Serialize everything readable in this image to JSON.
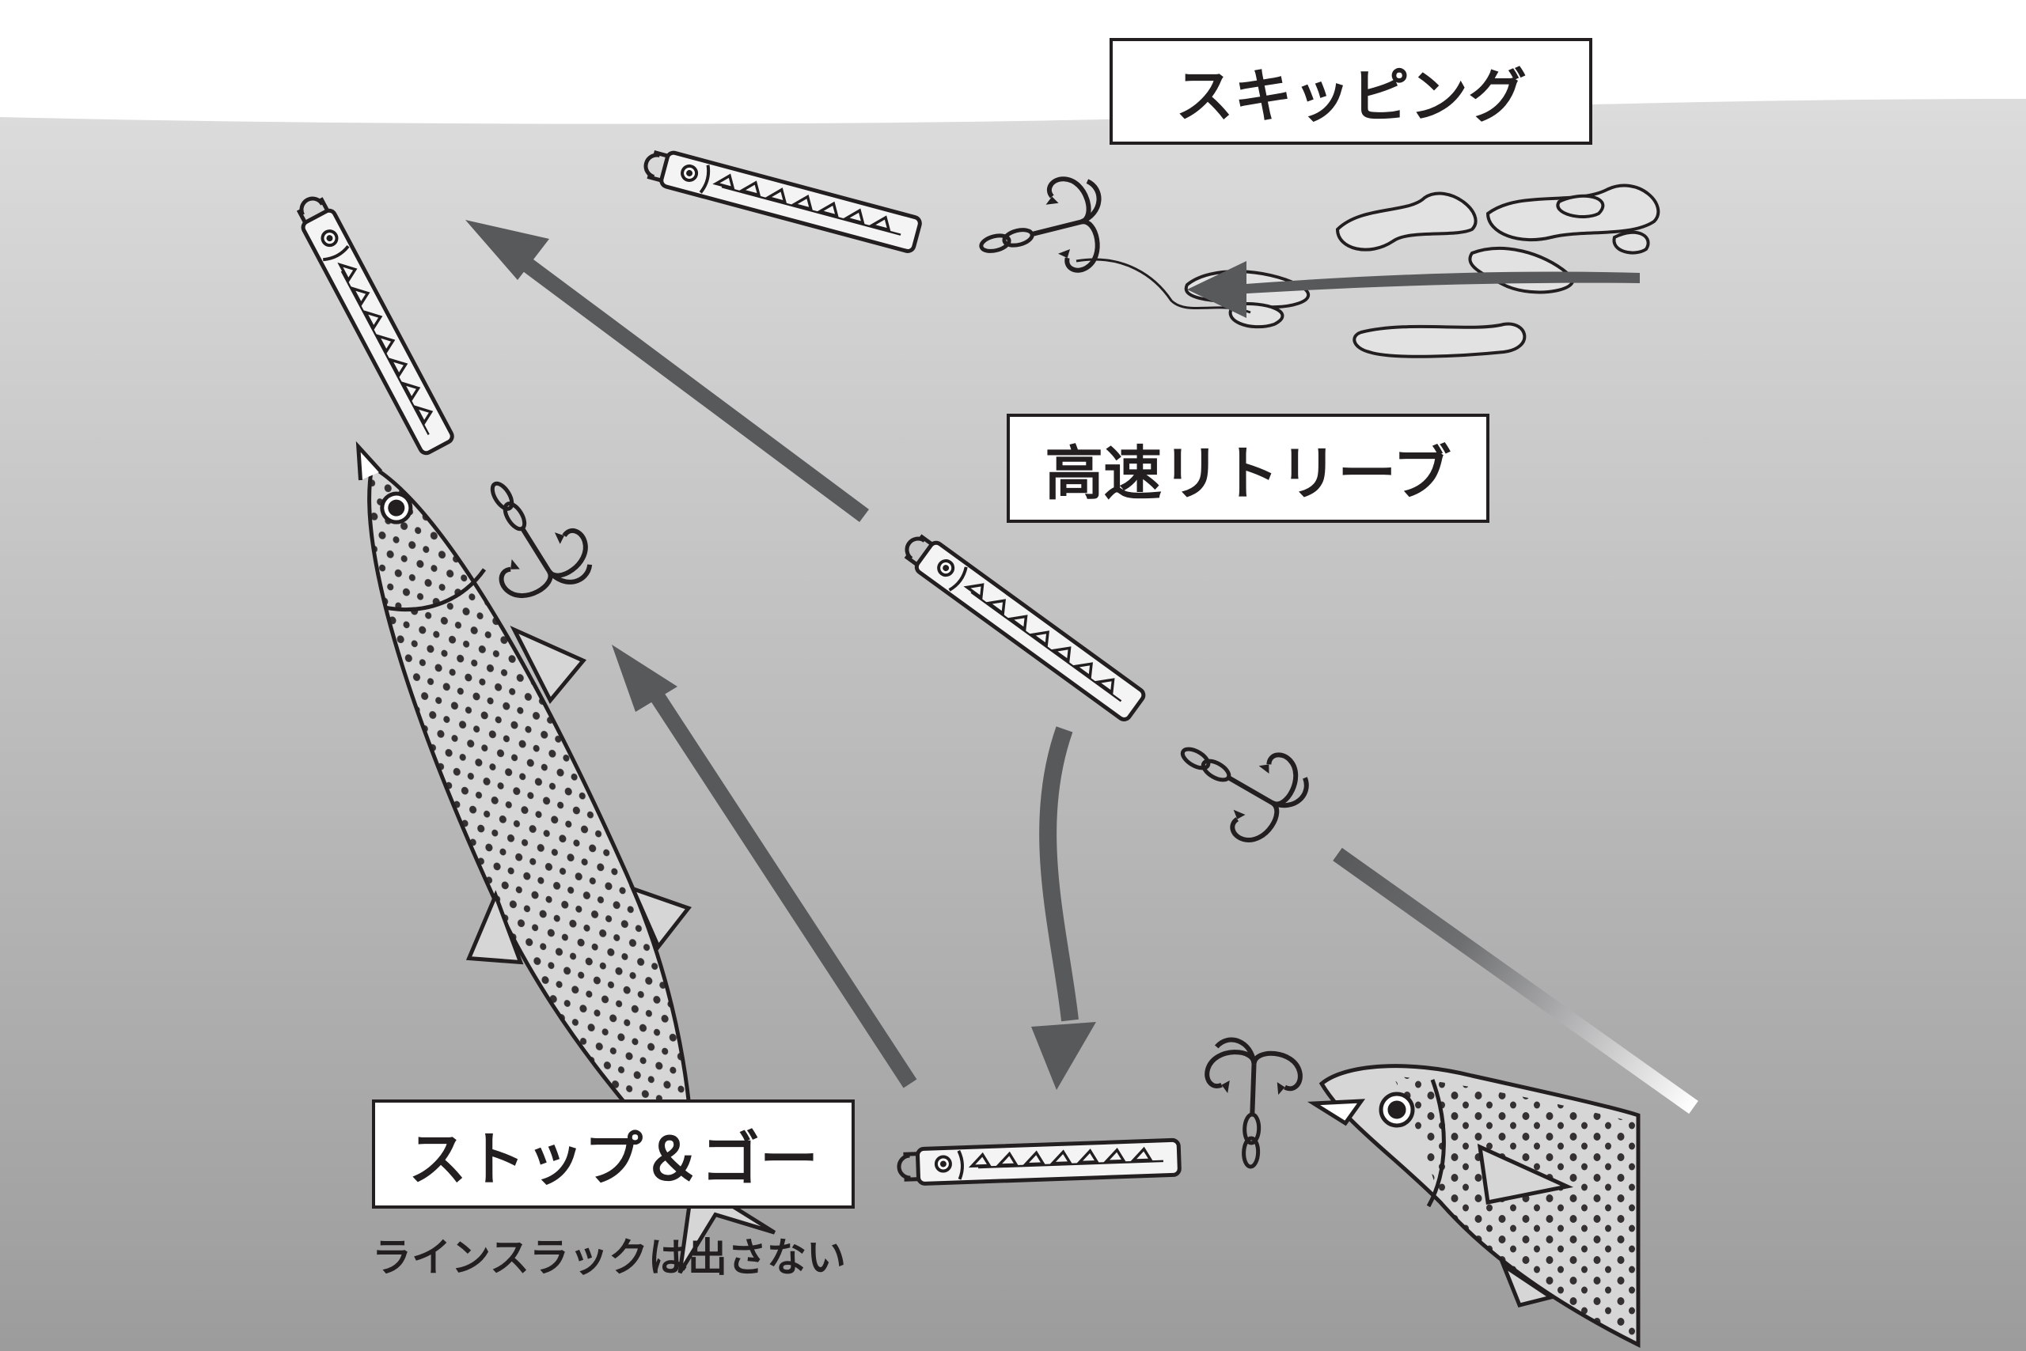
{
  "labels": {
    "skipping": "スキッピング",
    "high_speed_retrieve": "高速リトリーブ",
    "stop_and_go": "ストップ＆ゴー",
    "stop_and_go_note": "ラインスラックは出さない"
  },
  "colors": {
    "water_top": "#dcdcdc",
    "water_bottom": "#9c9c9c",
    "arrow": "#58595b",
    "outline": "#231f20",
    "lure_body": "#f4f4f4",
    "fish_body": "#d6d6d6"
  },
  "icons": [
    "metal-jig-lure",
    "treble-hook",
    "spanish-mackerel-fish",
    "motion-arrow",
    "fishing-line",
    "water-splash"
  ]
}
